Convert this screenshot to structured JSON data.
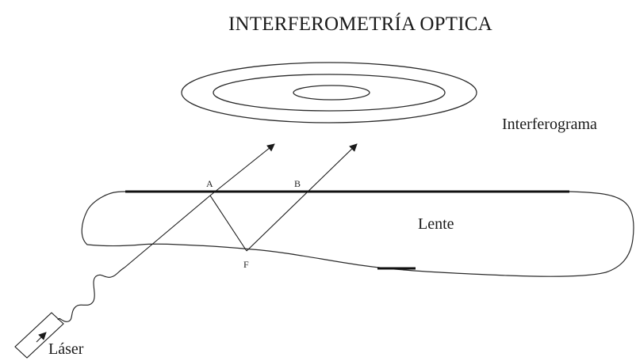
{
  "title": "INTERFEROMETRÍA OPTICA",
  "labels": {
    "interferogram": "Interferograma",
    "lens": "Lente",
    "laser": "Láser"
  },
  "points": {
    "a": "A",
    "b": "B",
    "f": "F"
  },
  "colors": {
    "ink": "#1a1a1a",
    "background": "#ffffff"
  }
}
